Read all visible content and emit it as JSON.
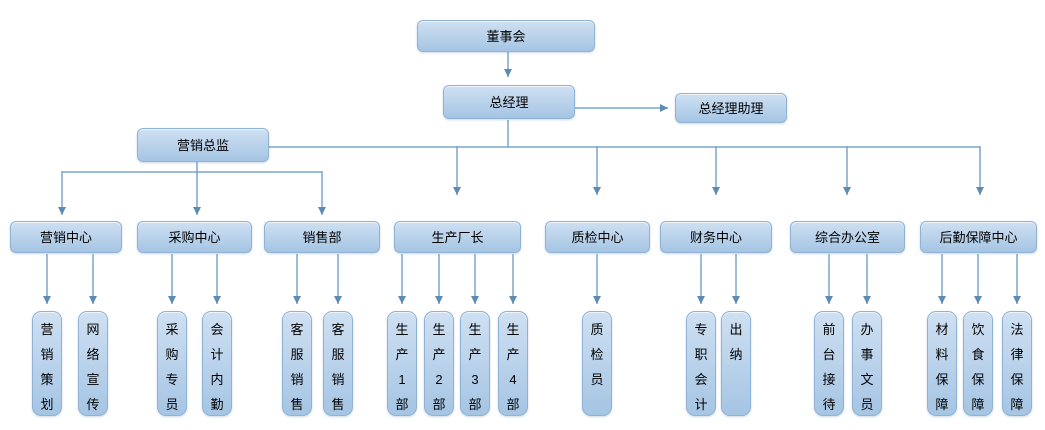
{
  "palette": {
    "node_fill_top": "#cfe0f2",
    "node_fill_bottom": "#a5c5e4",
    "node_border": "#8fb2d5",
    "connector": "#7ba6cb",
    "arrowhead": "#5d8cb3",
    "text": "#000000",
    "background": "#ffffff"
  },
  "nodes": {
    "board": {
      "label": "董事会"
    },
    "general_manager": {
      "label": "总经理",
      "reports_to": "董事会"
    },
    "gm_assistant": {
      "label": "总经理助理",
      "reports_to": "总经理"
    },
    "marketing_director": {
      "label": "营销总监",
      "reports_to": "总经理"
    },
    "departments": [
      {
        "label": "营销中心",
        "reports_to": "营销总监"
      },
      {
        "label": "采购中心",
        "reports_to": "营销总监"
      },
      {
        "label": "销售部",
        "reports_to": "营销总监"
      },
      {
        "label": "生产厂长",
        "reports_to": "总经理"
      },
      {
        "label": "质检中心",
        "reports_to": "总经理"
      },
      {
        "label": "财务中心",
        "reports_to": "总经理"
      },
      {
        "label": "综合办公室",
        "reports_to": "总经理"
      },
      {
        "label": "后勤保障中心",
        "reports_to": "总经理"
      }
    ],
    "staff": [
      {
        "label": "营销策划",
        "reports_to": "营销中心"
      },
      {
        "label": "网络宣传",
        "reports_to": "营销中心"
      },
      {
        "label": "采购专员",
        "reports_to": "采购中心"
      },
      {
        "label": "会计内勤",
        "reports_to": "采购中心"
      },
      {
        "label": "客服销售",
        "reports_to": "销售部"
      },
      {
        "label": "客服销售",
        "reports_to": "销售部"
      },
      {
        "label": "生产1部",
        "reports_to": "生产厂长"
      },
      {
        "label": "生产2部",
        "reports_to": "生产厂长"
      },
      {
        "label": "生产3部",
        "reports_to": "生产厂长"
      },
      {
        "label": "生产4部",
        "reports_to": "生产厂长"
      },
      {
        "label": "质检员",
        "reports_to": "质检中心"
      },
      {
        "label": "专职会计",
        "reports_to": "财务中心"
      },
      {
        "label": "出纳",
        "reports_to": "财务中心"
      },
      {
        "label": "前台接待",
        "reports_to": "综合办公室"
      },
      {
        "label": "办事文员",
        "reports_to": "综合办公室"
      },
      {
        "label": "材料保障",
        "reports_to": "后勤保障中心"
      },
      {
        "label": "饮食保障",
        "reports_to": "后勤保障中心"
      },
      {
        "label": "法律保障",
        "reports_to": "后勤保障中心"
      }
    ]
  }
}
